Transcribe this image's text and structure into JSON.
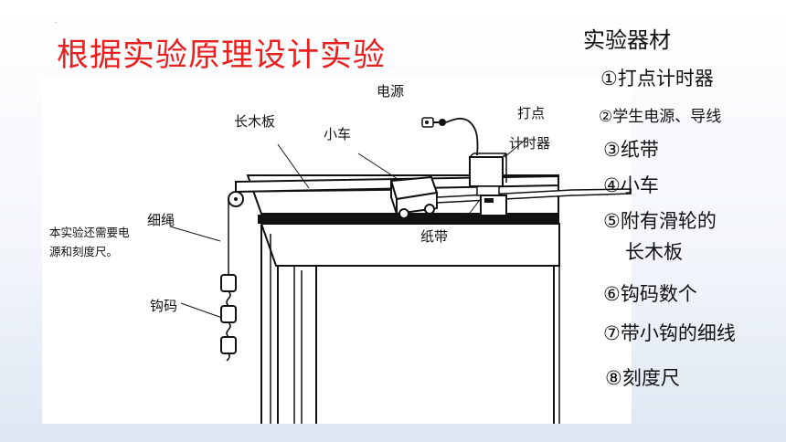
{
  "slide": {
    "corner_mark": ".",
    "title": "根据实验原理设计实验"
  },
  "diagram": {
    "note": "本实验还需要电源和刻度尺。",
    "labels": {
      "power": "电源",
      "timer_line1": "打点",
      "timer_line2": "计时器",
      "board": "长木板",
      "cart": "小车",
      "rope": "细绳",
      "tape": "纸带",
      "weights": "钩码"
    }
  },
  "equipment": {
    "heading": "实验器材",
    "items": [
      "①打点计时器",
      "②学生电源、导线",
      "③纸带",
      "④小车",
      "⑤附有滑轮的",
      "长木板",
      "⑥钩码数个",
      "⑦带小钩的细线",
      "⑧刻度尺"
    ]
  }
}
